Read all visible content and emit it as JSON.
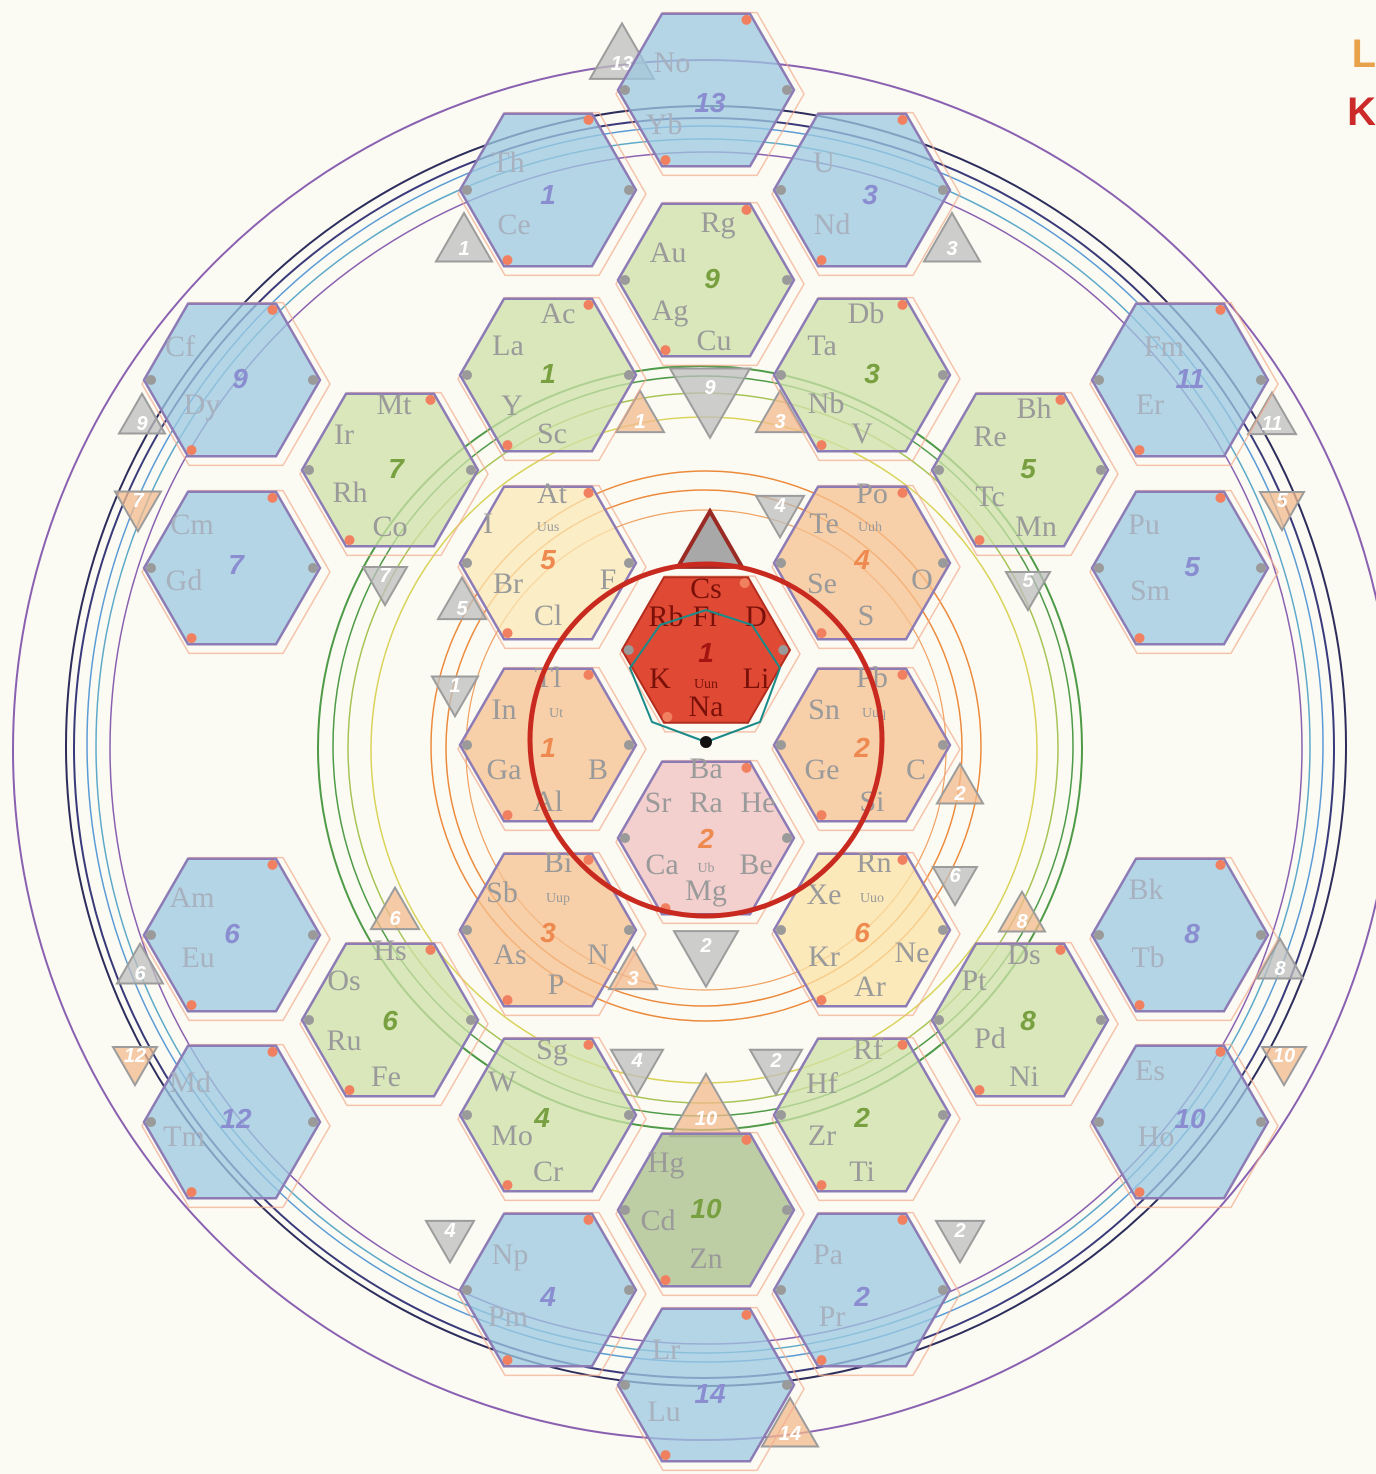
{
  "legend": {
    "top_fragment": "...",
    "l_label": "L",
    "k_label": "K",
    "l_color": "#e8a24b",
    "k_color": "#cc2a2a"
  },
  "colors": {
    "k_shell": "#d2291f",
    "p_block": "#f2b98e",
    "s_block_red": "#e04a34",
    "s_block_pink": "#f0c2c2",
    "f_block_outer": "#9cc8e0",
    "d_block": "#cde0a8",
    "d_block_dark": "#a9bf8a",
    "halogen": "#fbe8b6",
    "grey_triangle": "#bdbdbd",
    "ring_purple": "#7a57a6",
    "ring_navy": "#2d2d5c",
    "ring_blue": "#5b9bd5",
    "ring_green": "#4e9a47",
    "ring_yellow": "#d9d35a",
    "ring_orange": "#ec8a3c"
  },
  "hexagons": [
    {
      "id": "s1",
      "fill": "#e04a34",
      "stroke": "#b32c1e",
      "num": "1",
      "elements": [
        "Cs",
        "Rb",
        "Fr",
        "D",
        "K",
        "Uun",
        "Li",
        "Na"
      ]
    },
    {
      "id": "s2",
      "fill": "#f0c2c2",
      "stroke": "#8c7bb5",
      "num": "2",
      "elements": [
        "Ba",
        "Sr",
        "Ra",
        "He",
        "Ca",
        "Ub",
        "Be",
        "Mg"
      ]
    },
    {
      "id": "p5",
      "fill": "#fbe8b6",
      "stroke": "#8c7bb5",
      "num": "5",
      "elements": [
        "At",
        "I",
        "Uus",
        "Br",
        "F",
        "Cl"
      ]
    },
    {
      "id": "p4",
      "fill": "#f6c08f",
      "stroke": "#8c7bb5",
      "num": "4",
      "elements": [
        "Po",
        "Te",
        "Uuh",
        "Se",
        "O",
        "S"
      ]
    },
    {
      "id": "p1",
      "fill": "#f6c08f",
      "stroke": "#8c7bb5",
      "num": "1",
      "elements": [
        "Tl",
        "In",
        "Ut",
        "Ga",
        "B",
        "Al"
      ]
    },
    {
      "id": "p2",
      "fill": "#f6c08f",
      "stroke": "#8c7bb5",
      "num": "2",
      "elements": [
        "Pb",
        "Sn",
        "Uuq",
        "Ge",
        "C",
        "Si"
      ]
    },
    {
      "id": "p3",
      "fill": "#f6c08f",
      "stroke": "#8c7bb5",
      "num": "3",
      "elements": [
        "Bi",
        "Sb",
        "Uup",
        "As",
        "N",
        "P"
      ]
    },
    {
      "id": "p6",
      "fill": "#fbe3a6",
      "stroke": "#8c7bb5",
      "num": "6",
      "elements": [
        "Rn",
        "Xe",
        "Uuo",
        "Kr",
        "Ne",
        "Ar"
      ]
    },
    {
      "id": "d9",
      "fill": "#cde0a8",
      "stroke": "#8c7bb5",
      "num": "9",
      "elements": [
        "Rg",
        "Au",
        "Ag",
        "Cu"
      ]
    },
    {
      "id": "d1",
      "fill": "#cde0a8",
      "stroke": "#8c7bb5",
      "num": "1",
      "elements": [
        "Ac",
        "La",
        "Y",
        "Sc"
      ]
    },
    {
      "id": "d3",
      "fill": "#cde0a8",
      "stroke": "#8c7bb5",
      "num": "3",
      "elements": [
        "Db",
        "Ta",
        "Nb",
        "V"
      ]
    },
    {
      "id": "d7",
      "fill": "#cde0a8",
      "stroke": "#8c7bb5",
      "num": "7",
      "elements": [
        "Mt",
        "Ir",
        "Rh",
        "Co"
      ]
    },
    {
      "id": "d5",
      "fill": "#cde0a8",
      "stroke": "#8c7bb5",
      "num": "5",
      "elements": [
        "Bh",
        "Re",
        "Tc",
        "Mn"
      ]
    },
    {
      "id": "d6",
      "fill": "#cde0a8",
      "stroke": "#8c7bb5",
      "num": "6",
      "elements": [
        "Hs",
        "Os",
        "Ru",
        "Fe"
      ]
    },
    {
      "id": "d8",
      "fill": "#cde0a8",
      "stroke": "#8c7bb5",
      "num": "8",
      "elements": [
        "Ds",
        "Pt",
        "Pd",
        "Ni"
      ]
    },
    {
      "id": "d4",
      "fill": "#cde0a8",
      "stroke": "#8c7bb5",
      "num": "4",
      "elements": [
        "Sg",
        "W",
        "Mo",
        "Cr"
      ]
    },
    {
      "id": "d2",
      "fill": "#cde0a8",
      "stroke": "#8c7bb5",
      "num": "2",
      "elements": [
        "Rf",
        "Hf",
        "Zr",
        "Ti"
      ]
    },
    {
      "id": "d10",
      "fill": "#a9bf8a",
      "stroke": "#8c7bb5",
      "num": "10",
      "elements": [
        "Hg",
        "Cd",
        "Zn"
      ]
    },
    {
      "id": "f13",
      "fill": "#9cc8e0",
      "stroke": "#8c7bb5",
      "num": "13",
      "elements": [
        "No",
        "Yb"
      ]
    },
    {
      "id": "f1",
      "fill": "#9cc8e0",
      "stroke": "#8c7bb5",
      "num": "1",
      "elements": [
        "Th",
        "Ce"
      ]
    },
    {
      "id": "f3",
      "fill": "#9cc8e0",
      "stroke": "#8c7bb5",
      "num": "3",
      "elements": [
        "U",
        "Nd"
      ]
    },
    {
      "id": "f9",
      "fill": "#9cc8e0",
      "stroke": "#8c7bb5",
      "num": "9",
      "elements": [
        "Cf",
        "Dy"
      ]
    },
    {
      "id": "f11",
      "fill": "#9cc8e0",
      "stroke": "#8c7bb5",
      "num": "11",
      "elements": [
        "Fm",
        "Er"
      ]
    },
    {
      "id": "f7",
      "fill": "#9cc8e0",
      "stroke": "#8c7bb5",
      "num": "7",
      "elements": [
        "Cm",
        "Gd"
      ]
    },
    {
      "id": "f5",
      "fill": "#9cc8e0",
      "stroke": "#8c7bb5",
      "num": "5",
      "elements": [
        "Pu",
        "Sm"
      ]
    },
    {
      "id": "f6",
      "fill": "#9cc8e0",
      "stroke": "#8c7bb5",
      "num": "6",
      "elements": [
        "Am",
        "Eu"
      ]
    },
    {
      "id": "f8",
      "fill": "#9cc8e0",
      "stroke": "#8c7bb5",
      "num": "8",
      "elements": [
        "Bk",
        "Tb"
      ]
    },
    {
      "id": "f12",
      "fill": "#9cc8e0",
      "stroke": "#8c7bb5",
      "num": "12",
      "elements": [
        "Md",
        "Tm"
      ]
    },
    {
      "id": "f10",
      "fill": "#9cc8e0",
      "stroke": "#8c7bb5",
      "num": "10",
      "elements": [
        "Es",
        "Ho"
      ]
    },
    {
      "id": "f4",
      "fill": "#9cc8e0",
      "stroke": "#8c7bb5",
      "num": "4",
      "elements": [
        "Np",
        "Pm"
      ]
    },
    {
      "id": "f2",
      "fill": "#9cc8e0",
      "stroke": "#8c7bb5",
      "num": "2",
      "elements": [
        "Pa",
        "Pr"
      ]
    },
    {
      "id": "f14",
      "fill": "#9cc8e0",
      "stroke": "#8c7bb5",
      "num": "14",
      "elements": [
        "Lr",
        "Lu"
      ]
    }
  ],
  "triangles": [
    {
      "id": "t13",
      "label": "13",
      "fill": "#bdbdbd"
    },
    {
      "id": "t1a",
      "label": "1",
      "fill": "#bdbdbd"
    },
    {
      "id": "t3a",
      "label": "3",
      "fill": "#bdbdbd"
    },
    {
      "id": "t9",
      "label": "9",
      "fill": "#bdbdbd"
    },
    {
      "id": "t1",
      "label": "1",
      "fill": "#f2b98e"
    },
    {
      "id": "t3",
      "label": "3",
      "fill": "#f2b98e"
    },
    {
      "id": "t9b",
      "label": "9",
      "fill": "#bdbdbd"
    },
    {
      "id": "t11",
      "label": "11",
      "fill": "#bdbdbd"
    },
    {
      "id": "t7",
      "label": "7",
      "fill": "#f2b98e"
    },
    {
      "id": "t7b",
      "label": "7",
      "fill": "#bdbdbd"
    },
    {
      "id": "t5",
      "label": "5",
      "fill": "#bdbdbd"
    },
    {
      "id": "t5b",
      "label": "5",
      "fill": "#f2b98e"
    },
    {
      "id": "t4",
      "label": "4",
      "fill": "#bdbdbd"
    },
    {
      "id": "tk",
      "label": "",
      "fill": "#bdbdbd"
    },
    {
      "id": "t5p",
      "label": "5",
      "fill": "#bdbdbd"
    },
    {
      "id": "t1p",
      "label": "1",
      "fill": "#bdbdbd"
    },
    {
      "id": "t2p",
      "label": "2",
      "fill": "#f2b98e"
    },
    {
      "id": "t6",
      "label": "6",
      "fill": "#f2b98e"
    },
    {
      "id": "t6b",
      "label": "6",
      "fill": "#bdbdbd"
    },
    {
      "id": "t3p",
      "label": "3",
      "fill": "#f2b98e"
    },
    {
      "id": "t6p",
      "label": "6",
      "fill": "#bdbdbd"
    },
    {
      "id": "t2",
      "label": "2",
      "fill": "#bdbdbd"
    },
    {
      "id": "t8",
      "label": "8",
      "fill": "#f2b98e"
    },
    {
      "id": "t8b",
      "label": "8",
      "fill": "#bdbdbd"
    },
    {
      "id": "t12",
      "label": "12",
      "fill": "#f2b98e"
    },
    {
      "id": "t10",
      "label": "10",
      "fill": "#f2b98e"
    },
    {
      "id": "t4d",
      "label": "4",
      "fill": "#bdbdbd"
    },
    {
      "id": "t2d",
      "label": "2",
      "fill": "#bdbdbd"
    },
    {
      "id": "t10d",
      "label": "10",
      "fill": "#f2b98e"
    },
    {
      "id": "t4f",
      "label": "4",
      "fill": "#bdbdbd"
    },
    {
      "id": "t2f",
      "label": "2",
      "fill": "#bdbdbd"
    },
    {
      "id": "t14",
      "label": "14",
      "fill": "#f2b98e"
    }
  ]
}
